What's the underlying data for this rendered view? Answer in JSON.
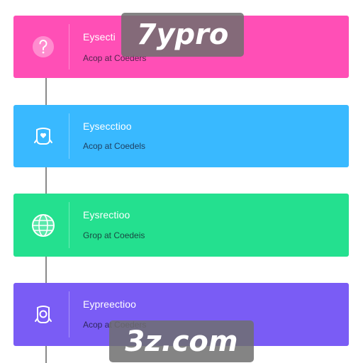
{
  "steps": [
    {
      "title": "Eysecti",
      "subtitle": "Acop at Coeders",
      "color": "#ff4fb6",
      "icon": "question-mark-icon"
    },
    {
      "title": "Eysecctioo",
      "subtitle": "Acop at Coedels",
      "color": "#39b9ff",
      "icon": "shield-heart-icon"
    },
    {
      "title": "Eysrectioo",
      "subtitle": "Grop at Coedeis",
      "color": "#24e08f",
      "icon": "globe-icon"
    },
    {
      "title": "Eypreectioo",
      "subtitle": "Acop at Coeders",
      "color": "#7a5cf5",
      "icon": "badge-icon"
    }
  ],
  "watermarks": {
    "top": "7ypro",
    "bottom": "3z.com"
  }
}
